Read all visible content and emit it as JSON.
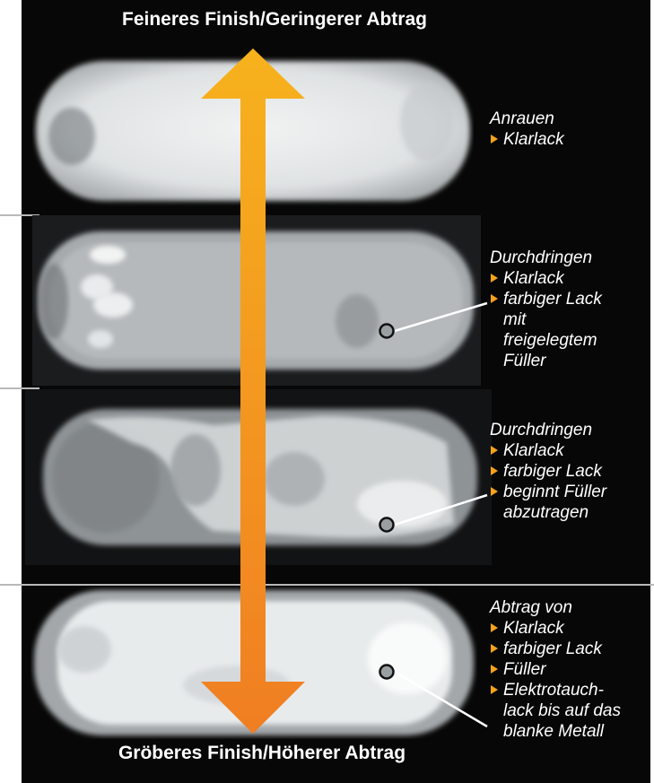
{
  "top_caption": "Feineres Finish/Geringerer Abtrag",
  "bottom_caption": "Gröberes Finish/Höherer Abtrag",
  "colors": {
    "panel_background": "#070707",
    "arrow_top": "#f7b21d",
    "arrow_bottom": "#f07e22",
    "bullet": "#f6a21a",
    "text": "#ffffff",
    "separator": "#b9b9b9"
  },
  "samples": [
    {
      "heading": "Anrauen",
      "items": [
        "Klarlack"
      ]
    },
    {
      "heading": "Durchdringen",
      "items": [
        "Klarlack",
        "farbiger Lack mit freigelegtem Füller"
      ]
    },
    {
      "heading": "Durchdringen",
      "items": [
        "Klarlack",
        "farbiger Lack",
        "beginnt Füller abzutragen"
      ]
    },
    {
      "heading": "Abtrag von",
      "items": [
        "Klarlack",
        "farbiger Lack",
        "Füller",
        "Elektrotauch-lack bis auf das blanke Metall"
      ]
    }
  ]
}
